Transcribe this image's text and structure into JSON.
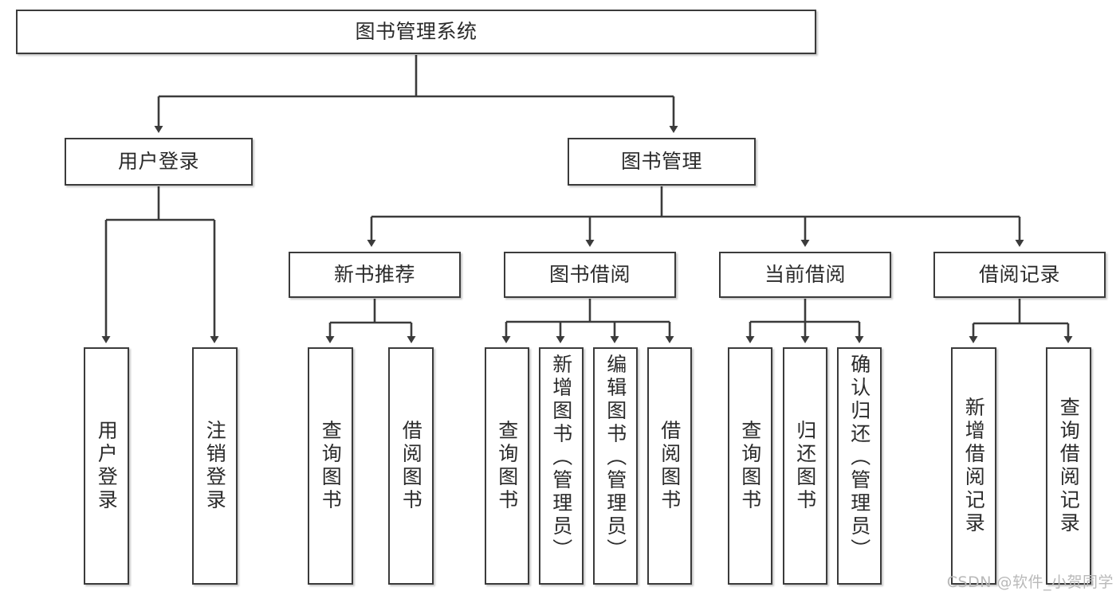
{
  "diagram": {
    "type": "tree-hierarchy-flowchart",
    "title": "图书管理系统",
    "root": {
      "id": "root",
      "label": "图书管理系统",
      "orientation": "horizontal"
    },
    "level2": [
      {
        "id": "user-login",
        "label": "用户登录",
        "orientation": "horizontal"
      },
      {
        "id": "book-management",
        "label": "图书管理",
        "orientation": "horizontal"
      }
    ],
    "level3": [
      {
        "id": "new-book-recommend",
        "label": "新书推荐",
        "orientation": "horizontal",
        "parent": "book-management"
      },
      {
        "id": "book-borrow",
        "label": "图书借阅",
        "orientation": "horizontal",
        "parent": "book-management"
      },
      {
        "id": "current-borrow",
        "label": "当前借阅",
        "orientation": "horizontal",
        "parent": "book-management"
      },
      {
        "id": "borrow-record",
        "label": "借阅记录",
        "orientation": "horizontal",
        "parent": "book-management"
      }
    ],
    "leaves": [
      {
        "id": "leaf-user-login",
        "label": "用户登录",
        "orientation": "vertical",
        "parent": "user-login"
      },
      {
        "id": "leaf-logout",
        "label": "注销登录",
        "orientation": "vertical",
        "parent": "user-login"
      },
      {
        "id": "leaf-query-book-1",
        "label": "查询图书",
        "orientation": "vertical",
        "parent": "new-book-recommend"
      },
      {
        "id": "leaf-borrow-book-1",
        "label": "借阅图书",
        "orientation": "vertical",
        "parent": "new-book-recommend"
      },
      {
        "id": "leaf-query-book-2",
        "label": "查询图书",
        "orientation": "vertical",
        "parent": "book-borrow"
      },
      {
        "id": "leaf-add-book",
        "label": "新增图书（管理员）",
        "orientation": "vertical",
        "parent": "book-borrow"
      },
      {
        "id": "leaf-edit-book",
        "label": "编辑图书（管理员）",
        "orientation": "vertical",
        "parent": "book-borrow"
      },
      {
        "id": "leaf-borrow-book-2",
        "label": "借阅图书",
        "orientation": "vertical",
        "parent": "book-borrow"
      },
      {
        "id": "leaf-query-book-3",
        "label": "查询图书",
        "orientation": "vertical",
        "parent": "current-borrow"
      },
      {
        "id": "leaf-return-book",
        "label": "归还图书",
        "orientation": "vertical",
        "parent": "current-borrow"
      },
      {
        "id": "leaf-confirm-return",
        "label": "确认归还（管理员）",
        "orientation": "vertical",
        "parent": "current-borrow"
      },
      {
        "id": "leaf-add-record",
        "label": "新增借阅记录",
        "orientation": "vertical",
        "parent": "borrow-record"
      },
      {
        "id": "leaf-query-record",
        "label": "查询借阅记录",
        "orientation": "vertical",
        "parent": "borrow-record"
      }
    ],
    "colors": {
      "box_border": "#3b3b3b",
      "box_fill": "#ffffff",
      "edge": "#3b3b3b",
      "text": "#2b2b2b",
      "background": "#ffffff",
      "watermark": "#b9b9b9"
    }
  },
  "watermark": {
    "text": "CSDN @软件_小贺同学"
  }
}
